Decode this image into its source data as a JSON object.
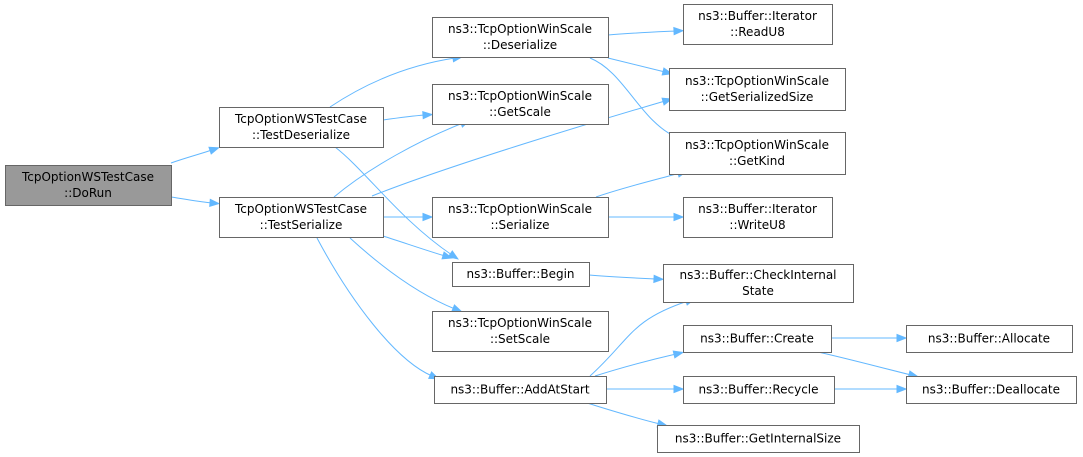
{
  "graph": {
    "nodes": [
      {
        "id": "dorun",
        "name": "node-dorun",
        "lines": [
          "TcpOptionWSTestCase",
          "::DoRun"
        ],
        "root": true
      },
      {
        "id": "testdeser",
        "name": "node-test-deserialize",
        "lines": [
          "TcpOptionWSTestCase",
          "::TestDeserialize"
        ]
      },
      {
        "id": "testser",
        "name": "node-test-serialize",
        "lines": [
          "TcpOptionWSTestCase",
          "::TestSerialize"
        ]
      },
      {
        "id": "deser",
        "name": "node-tcp-option-win-scale-deserialize",
        "lines": [
          "ns3::TcpOptionWinScale",
          "::Deserialize"
        ]
      },
      {
        "id": "getscale",
        "name": "node-tcp-option-win-scale-getscale",
        "lines": [
          "ns3::TcpOptionWinScale",
          "::GetScale"
        ]
      },
      {
        "id": "serialize",
        "name": "node-tcp-option-win-scale-serialize",
        "lines": [
          "ns3::TcpOptionWinScale",
          "::Serialize"
        ]
      },
      {
        "id": "begin",
        "name": "node-buffer-begin",
        "lines": [
          "ns3::Buffer::Begin"
        ]
      },
      {
        "id": "setscale",
        "name": "node-tcp-option-win-scale-setscale",
        "lines": [
          "ns3::TcpOptionWinScale",
          "::SetScale"
        ]
      },
      {
        "id": "addatstart",
        "name": "node-buffer-addatstart",
        "lines": [
          "ns3::Buffer::AddAtStart"
        ]
      },
      {
        "id": "readu8",
        "name": "node-buffer-iterator-readu8",
        "lines": [
          "ns3::Buffer::Iterator",
          "::ReadU8"
        ]
      },
      {
        "id": "getsersize",
        "name": "node-tcp-option-win-scale-getserializedsize",
        "lines": [
          "ns3::TcpOptionWinScale",
          "::GetSerializedSize"
        ]
      },
      {
        "id": "getkind",
        "name": "node-tcp-option-win-scale-getkind",
        "lines": [
          "ns3::TcpOptionWinScale",
          "::GetKind"
        ]
      },
      {
        "id": "writeu8",
        "name": "node-buffer-iterator-writeu8",
        "lines": [
          "ns3::Buffer::Iterator",
          "::WriteU8"
        ]
      },
      {
        "id": "checkinternal",
        "name": "node-buffer-checkinternalstate",
        "lines": [
          "ns3::Buffer::CheckInternal",
          "State"
        ]
      },
      {
        "id": "create",
        "name": "node-buffer-create",
        "lines": [
          "ns3::Buffer::Create"
        ]
      },
      {
        "id": "recycle",
        "name": "node-buffer-recycle",
        "lines": [
          "ns3::Buffer::Recycle"
        ]
      },
      {
        "id": "getinternalsize",
        "name": "node-buffer-getinternalsize",
        "lines": [
          "ns3::Buffer::GetInternalSize"
        ]
      },
      {
        "id": "allocate",
        "name": "node-buffer-allocate",
        "lines": [
          "ns3::Buffer::Allocate"
        ]
      },
      {
        "id": "deallocate",
        "name": "node-buffer-deallocate",
        "lines": [
          "ns3::Buffer::Deallocate"
        ]
      }
    ],
    "edges": [
      {
        "from": "dorun",
        "to": "testdeser"
      },
      {
        "from": "dorun",
        "to": "testser"
      },
      {
        "from": "testdeser",
        "to": "deser"
      },
      {
        "from": "testdeser",
        "to": "getscale"
      },
      {
        "from": "testdeser",
        "to": "begin"
      },
      {
        "from": "testser",
        "to": "getscale"
      },
      {
        "from": "testser",
        "to": "getsersize"
      },
      {
        "from": "testser",
        "to": "serialize"
      },
      {
        "from": "testser",
        "to": "begin"
      },
      {
        "from": "testser",
        "to": "setscale"
      },
      {
        "from": "testser",
        "to": "addatstart"
      },
      {
        "from": "deser",
        "to": "readu8"
      },
      {
        "from": "deser",
        "to": "getsersize"
      },
      {
        "from": "deser",
        "to": "getkind"
      },
      {
        "from": "serialize",
        "to": "getkind"
      },
      {
        "from": "serialize",
        "to": "writeu8"
      },
      {
        "from": "begin",
        "to": "checkinternal"
      },
      {
        "from": "addatstart",
        "to": "checkinternal"
      },
      {
        "from": "addatstart",
        "to": "create"
      },
      {
        "from": "addatstart",
        "to": "recycle"
      },
      {
        "from": "addatstart",
        "to": "getinternalsize"
      },
      {
        "from": "create",
        "to": "allocate"
      },
      {
        "from": "create",
        "to": "deallocate"
      },
      {
        "from": "recycle",
        "to": "deallocate"
      }
    ]
  }
}
